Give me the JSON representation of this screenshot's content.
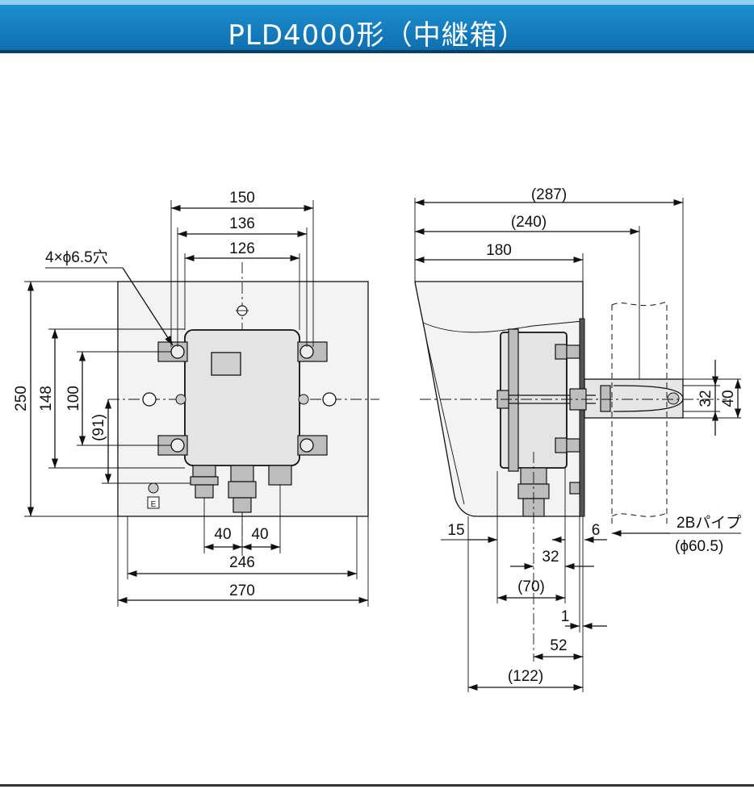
{
  "title": "PLD4000形（中継箱）",
  "front_view": {
    "dim_150": "150",
    "dim_136": "136",
    "dim_126": "126",
    "hole_note": "4×ϕ6.5穴",
    "dim_250": "250",
    "dim_148": "148",
    "dim_100": "100",
    "dim_91": "(91)",
    "dim_40a": "40",
    "dim_40b": "40",
    "dim_246": "246",
    "dim_270": "270",
    "earth_mark": "E"
  },
  "side_view": {
    "dim_287": "(287)",
    "dim_240": "(240)",
    "dim_180": "180",
    "dim_15": "15",
    "dim_6": "6",
    "dim_32h": "32",
    "dim_70": "(70)",
    "dim_1": "1",
    "dim_52": "52",
    "dim_122": "(122)",
    "dim_32v": "32",
    "dim_40v": "40",
    "pipe_label": "2Bパイプ",
    "pipe_dia": "(ϕ60.5)"
  }
}
